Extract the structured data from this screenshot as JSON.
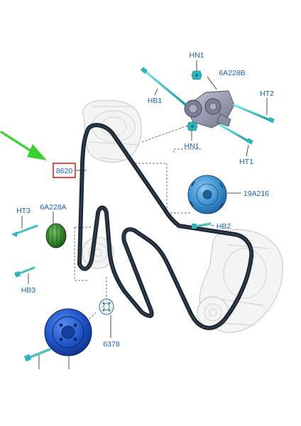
{
  "labels": {
    "hn1_top": "HN1",
    "p6a228b": "6A228B",
    "hb1": "HB1",
    "ht2": "HT2",
    "hn1_bottom": "HN1",
    "ht1": "HT1",
    "belt_8620": "8620",
    "p19a216": "19A216",
    "ht3": "HT3",
    "p6a228a": "6A228A",
    "hb2": "HB2",
    "hb3": "HB3",
    "p6378": "6378"
  },
  "colors": {
    "callout_arrow": "#39d12e",
    "highlight_box": "#e02020",
    "label_text": "#1a5fb4",
    "belt": "#1c2733",
    "bolt_teal": "#2bb5b8",
    "pulley_blue": "#1f55c8",
    "idler_green": "#2f7d2b",
    "tensioner_grey": "#8a8fa3",
    "pump_blue": "#3a8fd0"
  },
  "icons": [
    "green-callout-arrow",
    "bolt-icon",
    "nut-icon",
    "pulley-icon"
  ]
}
